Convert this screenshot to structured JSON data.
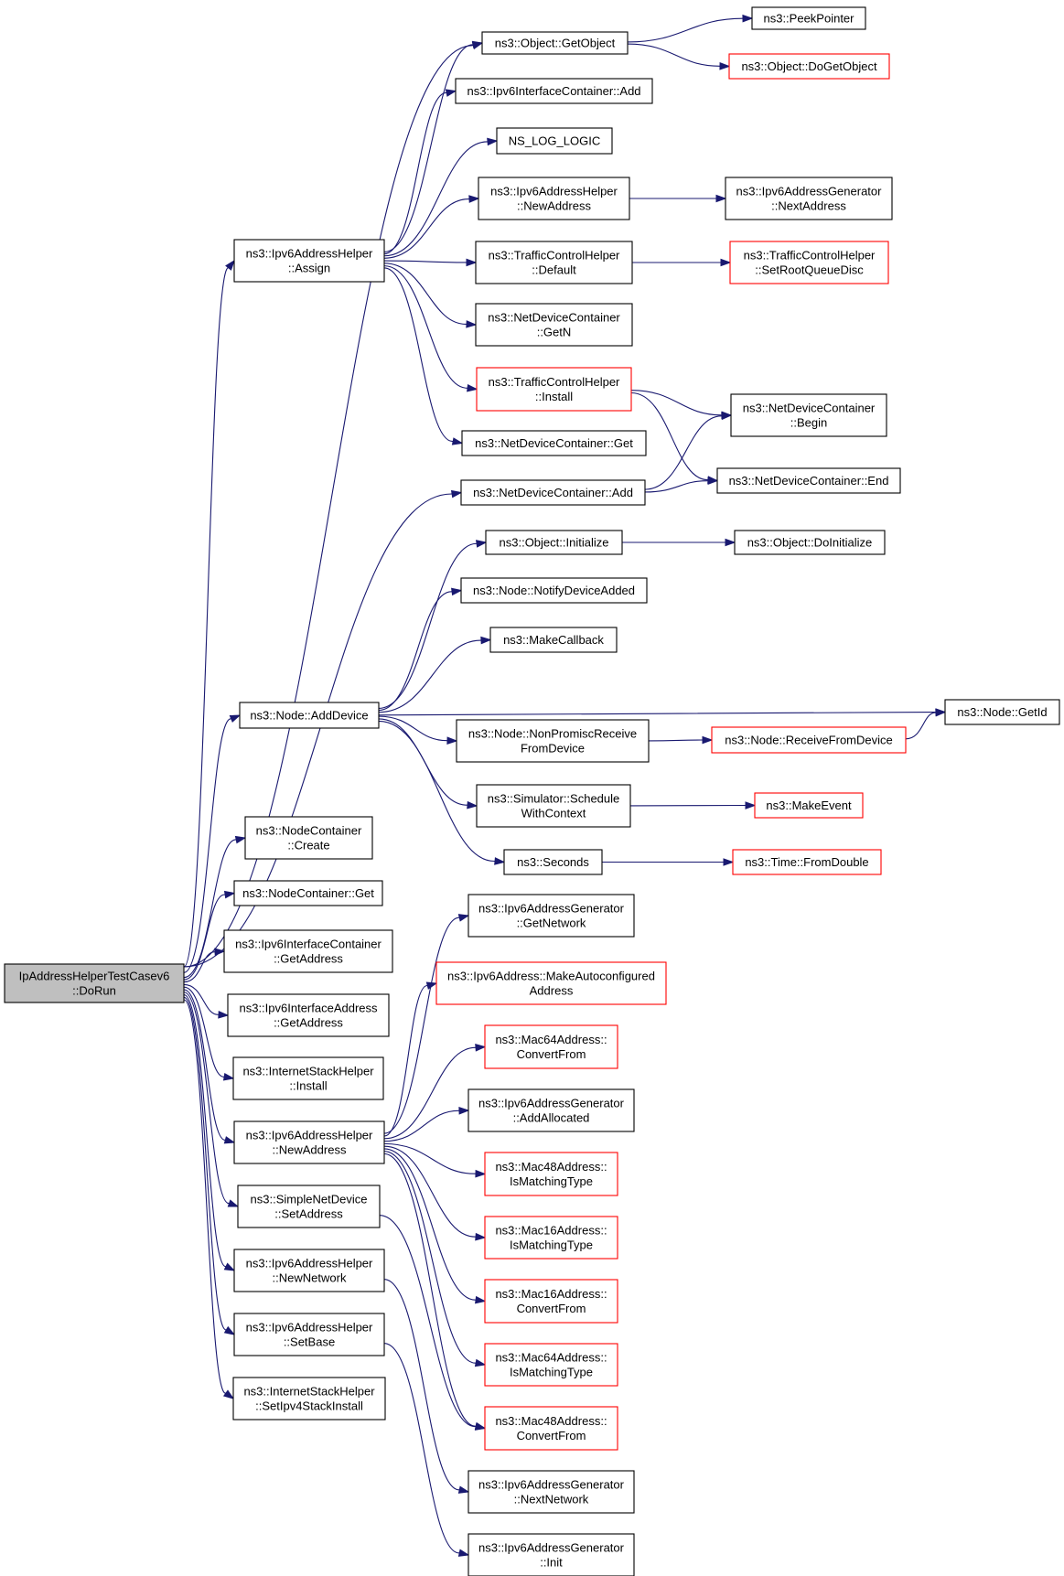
{
  "diagram": {
    "title": "",
    "colors": {
      "edge": "#191970",
      "box_border": "#000000",
      "truncated_border": "#ff0000",
      "root_fill": "#bfbfbf"
    },
    "nodes": [
      {
        "id": "root",
        "lines": [
          "IpAddressHelperTestCasev6",
          "::DoRun"
        ],
        "style": "root"
      },
      {
        "id": "assign",
        "lines": [
          "ns3::Ipv6AddressHelper",
          "::Assign"
        ]
      },
      {
        "id": "getobject",
        "lines": [
          "ns3::Object::GetObject"
        ]
      },
      {
        "id": "peekpointer",
        "lines": [
          "ns3::PeekPointer"
        ]
      },
      {
        "id": "dogetobject",
        "lines": [
          "ns3::Object::DoGetObject"
        ],
        "style": "red"
      },
      {
        "id": "ifcadd",
        "lines": [
          "ns3::Ipv6InterfaceContainer::Add"
        ]
      },
      {
        "id": "nslog",
        "lines": [
          "NS_LOG_LOGIC"
        ]
      },
      {
        "id": "helpernewaddr",
        "lines": [
          "ns3::Ipv6AddressHelper",
          "::NewAddress"
        ]
      },
      {
        "id": "gennextaddr",
        "lines": [
          "ns3::Ipv6AddressGenerator",
          "::NextAddress"
        ]
      },
      {
        "id": "tcdefault",
        "lines": [
          "ns3::TrafficControlHelper",
          "::Default"
        ]
      },
      {
        "id": "tcroot",
        "lines": [
          "ns3::TrafficControlHelper",
          "::SetRootQueueDisc"
        ],
        "style": "red"
      },
      {
        "id": "ndcgetn",
        "lines": [
          "ns3::NetDeviceContainer",
          "::GetN"
        ]
      },
      {
        "id": "tcinstall",
        "lines": [
          "ns3::TrafficControlHelper",
          "::Install"
        ],
        "style": "red"
      },
      {
        "id": "ndcbegin",
        "lines": [
          "ns3::NetDeviceContainer",
          "::Begin"
        ]
      },
      {
        "id": "ndcget",
        "lines": [
          "ns3::NetDeviceContainer::Get"
        ]
      },
      {
        "id": "ndcend",
        "lines": [
          "ns3::NetDeviceContainer::End"
        ]
      },
      {
        "id": "ndcadd",
        "lines": [
          "ns3::NetDeviceContainer::Add"
        ]
      },
      {
        "id": "objinit",
        "lines": [
          "ns3::Object::Initialize"
        ]
      },
      {
        "id": "objdoinit",
        "lines": [
          "ns3::Object::DoInitialize"
        ]
      },
      {
        "id": "notifydev",
        "lines": [
          "ns3::Node::NotifyDeviceAdded"
        ]
      },
      {
        "id": "makecallback",
        "lines": [
          "ns3::MakeCallback"
        ]
      },
      {
        "id": "adddevice",
        "lines": [
          "ns3::Node::AddDevice"
        ]
      },
      {
        "id": "getid",
        "lines": [
          "ns3::Node::GetId"
        ]
      },
      {
        "id": "nonpromisc",
        "lines": [
          "ns3::Node::NonPromiscReceive",
          "FromDevice"
        ]
      },
      {
        "id": "recvfromdev",
        "lines": [
          "ns3::Node::ReceiveFromDevice"
        ],
        "style": "red"
      },
      {
        "id": "schedwith",
        "lines": [
          "ns3::Simulator::Schedule",
          "WithContext"
        ]
      },
      {
        "id": "makeevent",
        "lines": [
          "ns3::MakeEvent"
        ],
        "style": "red"
      },
      {
        "id": "seconds",
        "lines": [
          "ns3::Seconds"
        ]
      },
      {
        "id": "fromdouble",
        "lines": [
          "ns3::Time::FromDouble"
        ],
        "style": "red"
      },
      {
        "id": "nccreate",
        "lines": [
          "ns3::NodeContainer",
          "::Create"
        ]
      },
      {
        "id": "ncget",
        "lines": [
          "ns3::NodeContainer::Get"
        ]
      },
      {
        "id": "ifcgetaddr",
        "lines": [
          "ns3::Ipv6InterfaceContainer",
          "::GetAddress"
        ]
      },
      {
        "id": "ifagetaddr",
        "lines": [
          "ns3::Ipv6InterfaceAddress",
          "::GetAddress"
        ]
      },
      {
        "id": "ishinstall",
        "lines": [
          "ns3::InternetStackHelper",
          "::Install"
        ]
      },
      {
        "id": "helpernewaddr2",
        "lines": [
          "ns3::Ipv6AddressHelper",
          "::NewAddress"
        ]
      },
      {
        "id": "simplesetaddr",
        "lines": [
          "ns3::SimpleNetDevice",
          "::SetAddress"
        ]
      },
      {
        "id": "helpernewnet",
        "lines": [
          "ns3::Ipv6AddressHelper",
          "::NewNetwork"
        ]
      },
      {
        "id": "helpersetbase",
        "lines": [
          "ns3::Ipv6AddressHelper",
          "::SetBase"
        ]
      },
      {
        "id": "ishsetv4",
        "lines": [
          "ns3::InternetStackHelper",
          "::SetIpv4StackInstall"
        ]
      },
      {
        "id": "gengetnet",
        "lines": [
          "ns3::Ipv6AddressGenerator",
          "::GetNetwork"
        ]
      },
      {
        "id": "makeauto",
        "lines": [
          "ns3::Ipv6Address::MakeAutoconfigured",
          "Address"
        ],
        "style": "red"
      },
      {
        "id": "mac64conv",
        "lines": [
          "ns3::Mac64Address::",
          "ConvertFrom"
        ],
        "style": "red"
      },
      {
        "id": "genaddalloc",
        "lines": [
          "ns3::Ipv6AddressGenerator",
          "::AddAllocated"
        ]
      },
      {
        "id": "mac48match",
        "lines": [
          "ns3::Mac48Address::",
          "IsMatchingType"
        ],
        "style": "red"
      },
      {
        "id": "mac16match",
        "lines": [
          "ns3::Mac16Address::",
          "IsMatchingType"
        ],
        "style": "red"
      },
      {
        "id": "mac16conv",
        "lines": [
          "ns3::Mac16Address::",
          "ConvertFrom"
        ],
        "style": "red"
      },
      {
        "id": "mac64match",
        "lines": [
          "ns3::Mac64Address::",
          "IsMatchingType"
        ],
        "style": "red"
      },
      {
        "id": "mac48conv",
        "lines": [
          "ns3::Mac48Address::",
          "ConvertFrom"
        ],
        "style": "red"
      },
      {
        "id": "gennextnet",
        "lines": [
          "ns3::Ipv6AddressGenerator",
          "::NextNetwork"
        ]
      },
      {
        "id": "geninit",
        "lines": [
          "ns3::Ipv6AddressGenerator",
          "::Init"
        ]
      }
    ],
    "edges": [
      [
        "root",
        "getobject"
      ],
      [
        "root",
        "assign"
      ],
      [
        "root",
        "adddevice"
      ],
      [
        "root",
        "ndcadd"
      ],
      [
        "root",
        "nccreate"
      ],
      [
        "root",
        "ncget"
      ],
      [
        "root",
        "ifcgetaddr"
      ],
      [
        "root",
        "ifagetaddr"
      ],
      [
        "root",
        "ishinstall"
      ],
      [
        "root",
        "helpernewaddr2"
      ],
      [
        "root",
        "simplesetaddr"
      ],
      [
        "root",
        "helpernewnet"
      ],
      [
        "root",
        "helpersetbase"
      ],
      [
        "root",
        "ishsetv4"
      ],
      [
        "assign",
        "getobject"
      ],
      [
        "assign",
        "ifcadd"
      ],
      [
        "assign",
        "nslog"
      ],
      [
        "assign",
        "helpernewaddr"
      ],
      [
        "assign",
        "tcdefault"
      ],
      [
        "assign",
        "ndcgetn"
      ],
      [
        "assign",
        "tcinstall"
      ],
      [
        "assign",
        "ndcget"
      ],
      [
        "getobject",
        "peekpointer"
      ],
      [
        "getobject",
        "dogetobject"
      ],
      [
        "helpernewaddr",
        "gennextaddr"
      ],
      [
        "tcdefault",
        "tcroot"
      ],
      [
        "tcinstall",
        "ndcbegin"
      ],
      [
        "tcinstall",
        "ndcend"
      ],
      [
        "ndcadd",
        "ndcbegin"
      ],
      [
        "ndcadd",
        "ndcend"
      ],
      [
        "adddevice",
        "objinit"
      ],
      [
        "adddevice",
        "notifydev"
      ],
      [
        "adddevice",
        "makecallback"
      ],
      [
        "adddevice",
        "getid"
      ],
      [
        "adddevice",
        "nonpromisc"
      ],
      [
        "adddevice",
        "schedwith"
      ],
      [
        "adddevice",
        "seconds"
      ],
      [
        "objinit",
        "objdoinit"
      ],
      [
        "nonpromisc",
        "recvfromdev"
      ],
      [
        "recvfromdev",
        "getid"
      ],
      [
        "schedwith",
        "makeevent"
      ],
      [
        "seconds",
        "fromdouble"
      ],
      [
        "helpernewaddr2",
        "gengetnet"
      ],
      [
        "helpernewaddr2",
        "makeauto"
      ],
      [
        "helpernewaddr2",
        "mac64conv"
      ],
      [
        "helpernewaddr2",
        "genaddalloc"
      ],
      [
        "helpernewaddr2",
        "mac48match"
      ],
      [
        "helpernewaddr2",
        "mac16match"
      ],
      [
        "helpernewaddr2",
        "mac16conv"
      ],
      [
        "helpernewaddr2",
        "mac64match"
      ],
      [
        "helpernewaddr2",
        "mac48conv"
      ],
      [
        "simplesetaddr",
        "mac48conv"
      ],
      [
        "helpernewnet",
        "gennextnet"
      ],
      [
        "helpersetbase",
        "geninit"
      ]
    ]
  }
}
